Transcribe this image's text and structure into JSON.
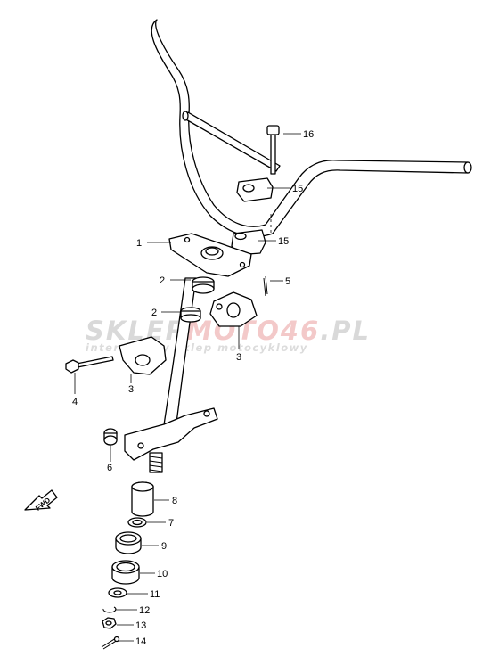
{
  "watermark": {
    "brand_left": "SKLEP",
    "brand_mid": "MOTO",
    "brand_num": "46",
    "brand_tld": ".PL",
    "tagline": "internetowy sklep motocyklowy",
    "color_gray": "#d9d9d9",
    "color_accent": "#f3c9c9"
  },
  "direction_marker": {
    "text": "FWD"
  },
  "callouts": [
    {
      "id": "1",
      "label": "1",
      "part": "steering-stem-upper-bracket"
    },
    {
      "id": "2a",
      "label": "2",
      "part": "spacer-upper"
    },
    {
      "id": "2b",
      "label": "2",
      "part": "spacer-lower"
    },
    {
      "id": "3a",
      "label": "3",
      "part": "handlebar-holder-right"
    },
    {
      "id": "3b",
      "label": "3",
      "part": "handlebar-holder-left"
    },
    {
      "id": "4",
      "label": "4",
      "part": "bolt"
    },
    {
      "id": "5",
      "label": "5",
      "part": "pin"
    },
    {
      "id": "6",
      "label": "6",
      "part": "stopper"
    },
    {
      "id": "7",
      "label": "7",
      "part": "washer"
    },
    {
      "id": "8",
      "label": "8",
      "part": "bushing"
    },
    {
      "id": "9",
      "label": "9",
      "part": "seal"
    },
    {
      "id": "10",
      "label": "10",
      "part": "bearing"
    },
    {
      "id": "11",
      "label": "11",
      "part": "washer"
    },
    {
      "id": "12",
      "label": "12",
      "part": "circlip"
    },
    {
      "id": "13",
      "label": "13",
      "part": "nut"
    },
    {
      "id": "14",
      "label": "14",
      "part": "cotter-pin"
    },
    {
      "id": "15a",
      "label": "15",
      "part": "handlebar-clamp-upper"
    },
    {
      "id": "15b",
      "label": "15",
      "part": "handlebar-clamp-lower"
    },
    {
      "id": "16",
      "label": "16",
      "part": "clamp-bolt"
    }
  ]
}
